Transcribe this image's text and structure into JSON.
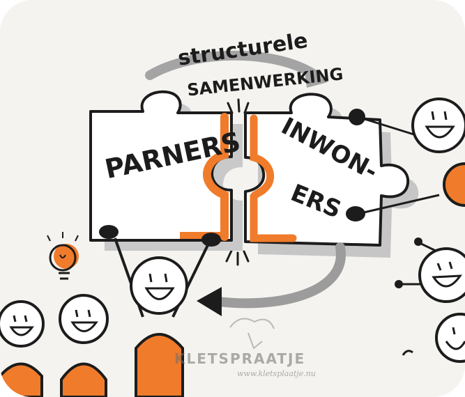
{
  "text": {
    "top_line1": "structurele",
    "top_line2": "SAMENWERKING",
    "left_piece": "PARNERS",
    "right_piece_line1": "INWON-",
    "right_piece_line2": "ERS"
  },
  "watermark": {
    "brand": "KLETSPRAATJE",
    "url": "www.kletsplaatje.nu"
  },
  "colors": {
    "paper": "#f4f3f0",
    "ink": "#1c1c1c",
    "orange": "#f07b2a",
    "grey": "#9a9a9a",
    "shadow": "#c8c8c8"
  },
  "icons": [
    "lightbulb-icon",
    "smiley-face-icon",
    "curved-arrow-icon",
    "puzzle-piece-icon"
  ]
}
